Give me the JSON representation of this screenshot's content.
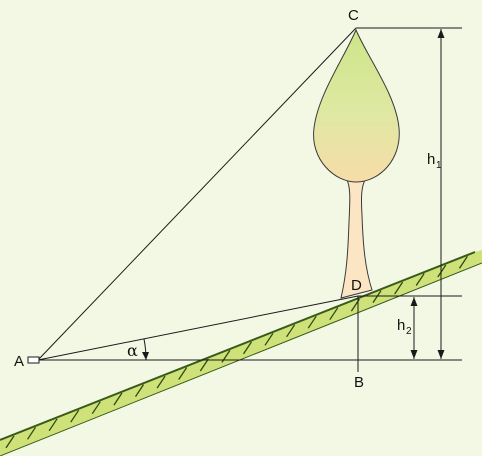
{
  "labels": {
    "point_a": "A",
    "point_b": "B",
    "point_c": "C",
    "point_d": "D",
    "angle_alpha": "α",
    "height_h1_base": "h",
    "height_h1_sub": "1",
    "height_h2_base": "h",
    "height_h2_sub": "2"
  },
  "colors": {
    "background": "#f3f8e4",
    "ground_fill": "#cfe27a",
    "ground_edge": "#3a5a1a",
    "hatch": "#2e4a12",
    "line": "#1a1a1a",
    "crown_top": "#cde58a",
    "crown_bottom": "#f7dca8",
    "trunk": "#fbe5c3",
    "tree_outline": "#3a3a3a"
  }
}
